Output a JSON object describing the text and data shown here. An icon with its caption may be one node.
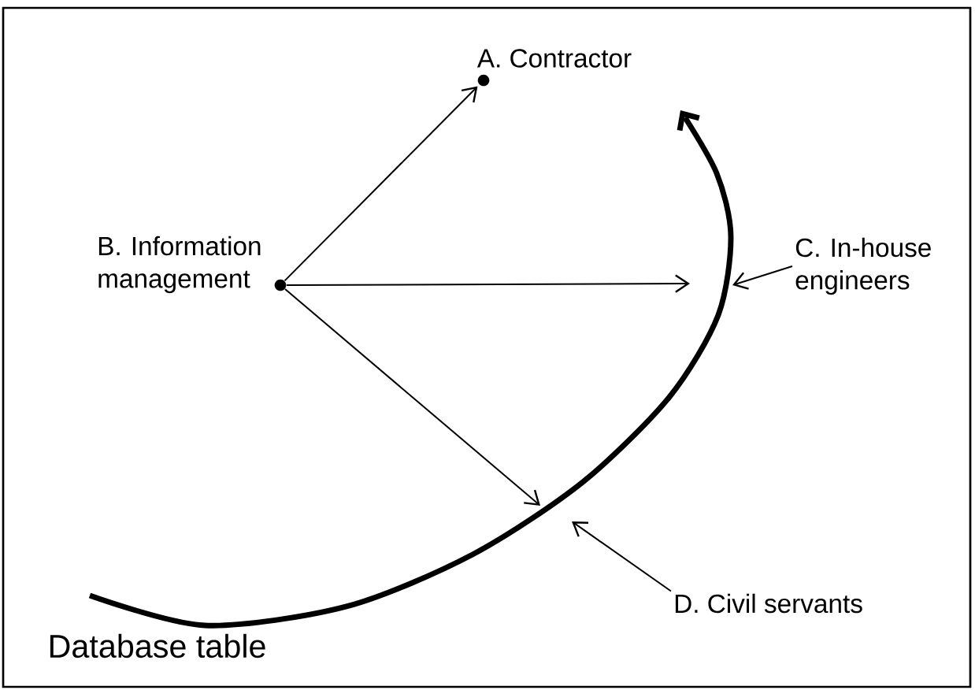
{
  "diagram": {
    "nodes": [
      {
        "text": [
          "A. Contractor"
        ]
      },
      {
        "text": [],
        "shape": "circle"
      },
      {
        "text": [
          "B. Information management"
        ]
      },
      {
        "text": [],
        "shape": "circle"
      },
      {
        "text": [
          "C. In-house engineers"
        ]
      },
      {
        "text": [
          "D. Civil servants"
        ]
      }
    ],
    "edges": [
      {
        "from": 3,
        "to": 1,
        "arrow": "to"
      },
      {
        "from": 3,
        "to": null,
        "arrow": "to"
      },
      {
        "from": 3,
        "to": null,
        "arrow": "to"
      },
      {
        "from": 4,
        "to": null,
        "arrow": "to"
      },
      {
        "from": 5,
        "to": null,
        "arrow": "to"
      }
    ],
    "labels": [
      "Database table"
    ]
  }
}
